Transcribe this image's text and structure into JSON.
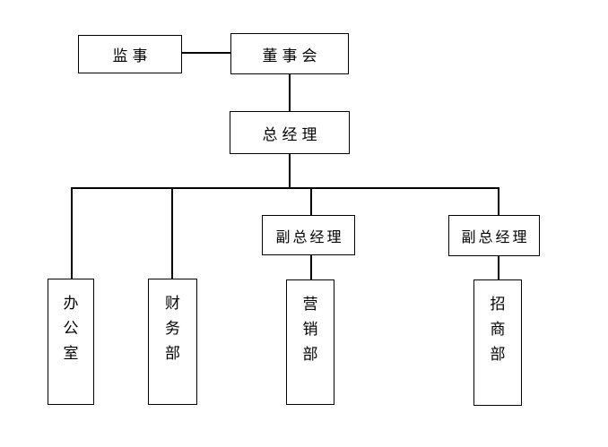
{
  "chart": {
    "type": "org-chart",
    "colors": {
      "background": "#ffffff",
      "border": "#000000",
      "text": "#000000",
      "line": "#000000"
    },
    "nodes": {
      "supervisor": {
        "label": "监事"
      },
      "board": {
        "label": "董事会"
      },
      "general_manager": {
        "label": "总经理"
      },
      "deputy_gm_1": {
        "label": "副总经理"
      },
      "deputy_gm_2": {
        "label": "副总经理"
      },
      "office": {
        "label": "办公室",
        "text_orientation": "vertical"
      },
      "finance_dept": {
        "label": "财务部",
        "text_orientation": "vertical"
      },
      "marketing_dept": {
        "label": "营销部",
        "text_orientation": "vertical"
      },
      "investment_dept": {
        "label": "招商部",
        "text_orientation": "vertical"
      }
    },
    "edges": [
      {
        "from": "board",
        "to": "supervisor",
        "style": "lateral"
      },
      {
        "from": "board",
        "to": "general_manager",
        "style": "down"
      },
      {
        "from": "general_manager",
        "to": "office",
        "style": "down"
      },
      {
        "from": "general_manager",
        "to": "finance_dept",
        "style": "down"
      },
      {
        "from": "general_manager",
        "to": "deputy_gm_1",
        "style": "down"
      },
      {
        "from": "general_manager",
        "to": "deputy_gm_2",
        "style": "down"
      },
      {
        "from": "deputy_gm_1",
        "to": "marketing_dept",
        "style": "down"
      },
      {
        "from": "deputy_gm_2",
        "to": "investment_dept",
        "style": "down"
      }
    ]
  }
}
